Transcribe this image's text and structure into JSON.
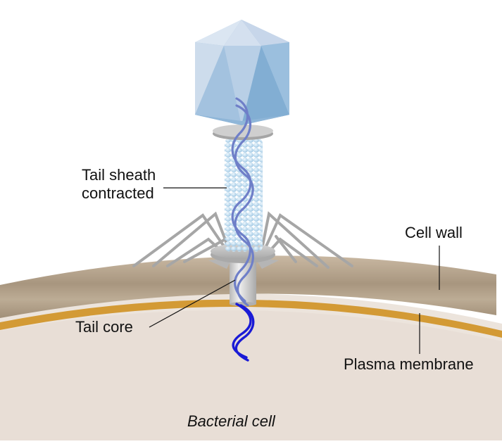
{
  "diagram": {
    "title": "Bacteriophage injecting DNA into a bacterial cell",
    "labels": {
      "tail_sheath": "Tail sheath contracted",
      "tail_sheath_line1": "Tail sheath",
      "tail_sheath_line2": "contracted",
      "tail_core": "Tail core",
      "cell_wall": "Cell wall",
      "plasma_membrane": "Plasma membrane",
      "bacterial_cell": "Bacterial cell"
    },
    "parts": [
      {
        "id": "capsid",
        "name": "Icosahedral head (capsid)",
        "color": "#a9c6e0"
      },
      {
        "id": "collar",
        "name": "Collar",
        "color": "#c8c8c8"
      },
      {
        "id": "tail-sheath",
        "name": "Tail sheath (contracted)",
        "color": "#bcd9ee"
      },
      {
        "id": "dna",
        "name": "DNA double helix",
        "color": "#6f7fc8"
      },
      {
        "id": "injected-dna",
        "name": "Injected DNA",
        "color": "#1a1ad6"
      },
      {
        "id": "baseplate",
        "name": "Base plate",
        "color": "#c4c4c4"
      },
      {
        "id": "tail-fibers",
        "name": "Tail fibers",
        "color": "#a6a6a6"
      },
      {
        "id": "tail-core",
        "name": "Tail core",
        "color": "#d9d9d9"
      },
      {
        "id": "cell-wall",
        "name": "Cell wall",
        "color": "#b3a28c"
      },
      {
        "id": "plasma-membrane",
        "name": "Plasma membrane",
        "color": "#d39a35"
      },
      {
        "id": "cytoplasm",
        "name": "Bacterial cell interior",
        "color": "#e8ded6"
      }
    ]
  }
}
